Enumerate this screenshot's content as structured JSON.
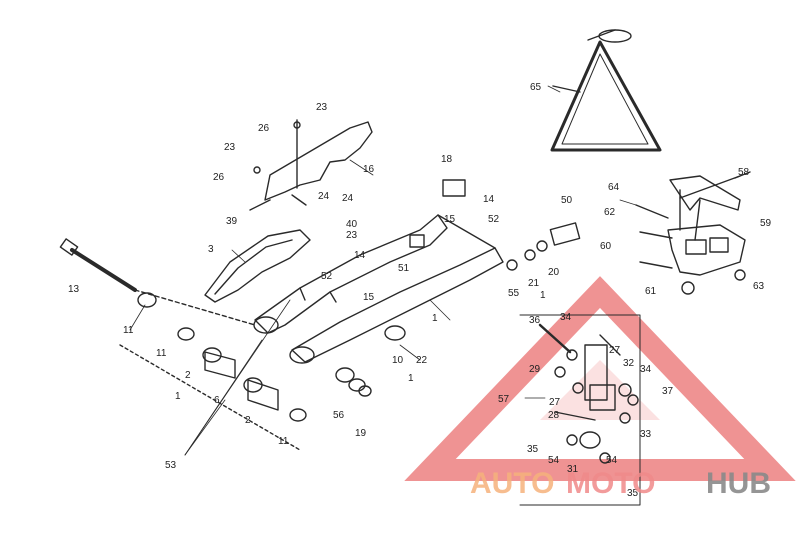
{
  "diagram": {
    "part_labels": [
      {
        "id": "p65",
        "text": "65"
      },
      {
        "id": "p58",
        "text": "58"
      },
      {
        "id": "p64",
        "text": "64"
      },
      {
        "id": "p62",
        "text": "62"
      },
      {
        "id": "p59",
        "text": "59"
      },
      {
        "id": "p60",
        "text": "60"
      },
      {
        "id": "p63",
        "text": "63"
      },
      {
        "id": "p61",
        "text": "61"
      },
      {
        "id": "p23a",
        "text": "23"
      },
      {
        "id": "p26a",
        "text": "26"
      },
      {
        "id": "p23b",
        "text": "23"
      },
      {
        "id": "p26b",
        "text": "26"
      },
      {
        "id": "p16",
        "text": "16"
      },
      {
        "id": "p24a",
        "text": "24"
      },
      {
        "id": "p24b",
        "text": "24"
      },
      {
        "id": "p39",
        "text": "39"
      },
      {
        "id": "p40",
        "text": "40"
      },
      {
        "id": "p23c",
        "text": "23"
      },
      {
        "id": "p3",
        "text": "3"
      },
      {
        "id": "p14a",
        "text": "14"
      },
      {
        "id": "p52a",
        "text": "52"
      },
      {
        "id": "p51",
        "text": "51"
      },
      {
        "id": "p15a",
        "text": "15"
      },
      {
        "id": "p18",
        "text": "18"
      },
      {
        "id": "p14b",
        "text": "14"
      },
      {
        "id": "p15b",
        "text": "15"
      },
      {
        "id": "p52b",
        "text": "52"
      },
      {
        "id": "p50",
        "text": "50"
      },
      {
        "id": "p20",
        "text": "20"
      },
      {
        "id": "p21",
        "text": "21"
      },
      {
        "id": "p55",
        "text": "55"
      },
      {
        "id": "p1a",
        "text": "1"
      },
      {
        "id": "p13",
        "text": "13"
      },
      {
        "id": "p11a",
        "text": "11"
      },
      {
        "id": "p11b",
        "text": "11"
      },
      {
        "id": "p2a",
        "text": "2"
      },
      {
        "id": "p6",
        "text": "6"
      },
      {
        "id": "p1b",
        "text": "1"
      },
      {
        "id": "p2b",
        "text": "2"
      },
      {
        "id": "p11c",
        "text": "11"
      },
      {
        "id": "p53",
        "text": "53"
      },
      {
        "id": "p10",
        "text": "10"
      },
      {
        "id": "p22",
        "text": "22"
      },
      {
        "id": "p1c",
        "text": "1"
      },
      {
        "id": "p1d",
        "text": "1"
      },
      {
        "id": "p56",
        "text": "56"
      },
      {
        "id": "p19",
        "text": "19"
      },
      {
        "id": "p36",
        "text": "36"
      },
      {
        "id": "p34a",
        "text": "34"
      },
      {
        "id": "p27a",
        "text": "27"
      },
      {
        "id": "p32",
        "text": "32"
      },
      {
        "id": "p29",
        "text": "29"
      },
      {
        "id": "p34b",
        "text": "34"
      },
      {
        "id": "p37",
        "text": "37"
      },
      {
        "id": "p27b",
        "text": "27"
      },
      {
        "id": "p57",
        "text": "57"
      },
      {
        "id": "p28",
        "text": "28"
      },
      {
        "id": "p33",
        "text": "33"
      },
      {
        "id": "p35a",
        "text": "35"
      },
      {
        "id": "p54a",
        "text": "54"
      },
      {
        "id": "p31",
        "text": "31"
      },
      {
        "id": "p54b",
        "text": "54"
      },
      {
        "id": "p35b",
        "text": "35"
      }
    ]
  },
  "watermark": {
    "text_a": "AUTO",
    "text_b": "MOTO",
    "text_c": "HUB",
    "color_primary": "#f6b27c",
    "color_secondary": "#f08a8a",
    "color_dark": "#8a8a8a"
  },
  "colors": {
    "line": "#2a2a2a",
    "accent": "#e23b3b"
  }
}
